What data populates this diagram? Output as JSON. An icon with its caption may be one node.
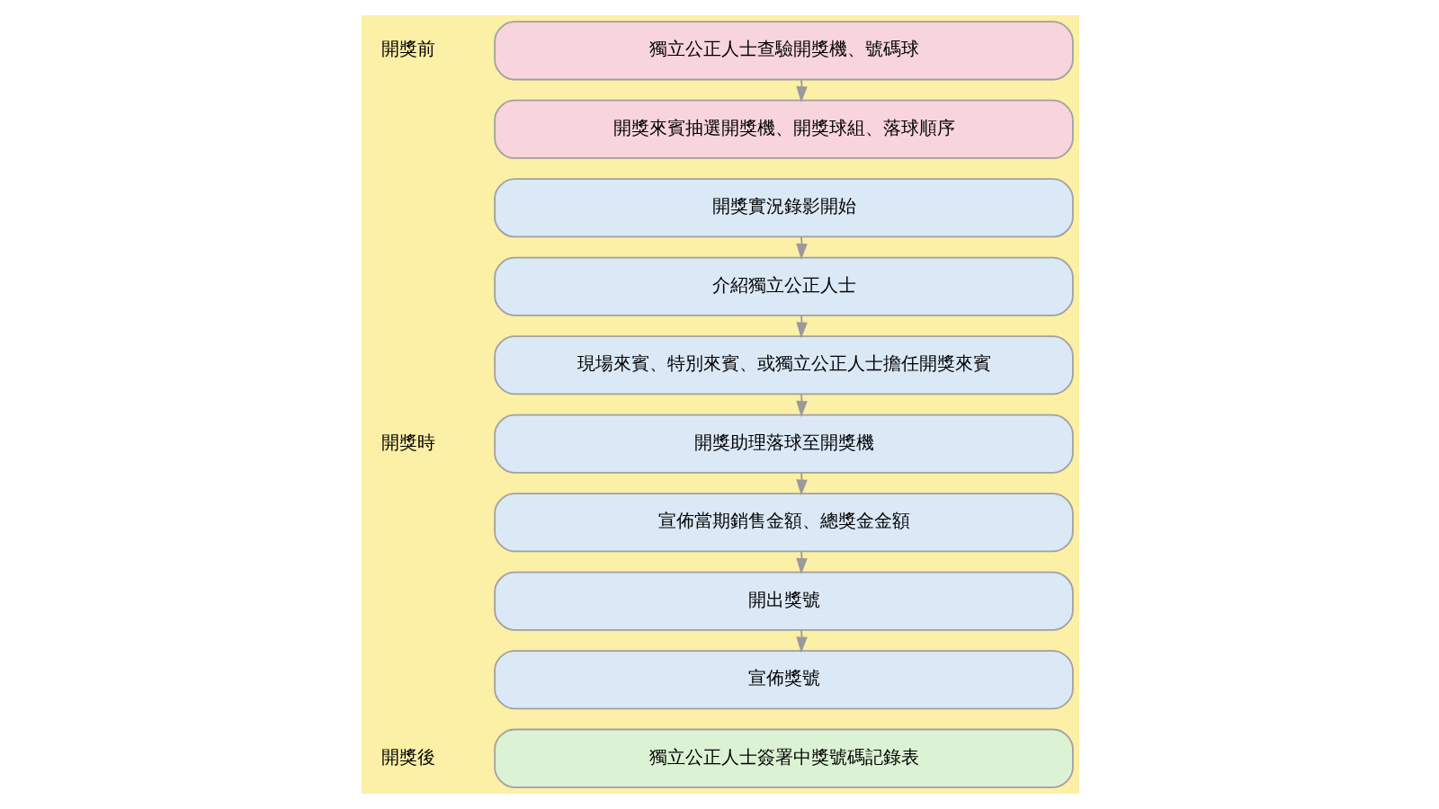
{
  "diagram": {
    "nodes": [
      {
        "text": [
          "獨立公正人士查驗開獎機、號碼球"
        ]
      },
      {
        "text": [
          "開獎來賓抽選開獎機、開獎球組、落球順序"
        ]
      },
      {
        "text": [
          "開獎實況錄影開始"
        ]
      },
      {
        "text": [
          "介紹獨立公正人士"
        ]
      },
      {
        "text": [
          "現場來賓、特別來賓、或獨立公正人士擔任開獎來賓"
        ]
      },
      {
        "text": [
          "開獎助理落球至開獎機"
        ]
      },
      {
        "text": [
          "宣佈當期銷售金額、總獎金金額"
        ]
      },
      {
        "text": [
          "開出獎號"
        ]
      },
      {
        "text": [
          "宣佈獎號"
        ]
      },
      {
        "text": [
          "獨立公正人士簽署中獎號碼記錄表"
        ]
      }
    ],
    "edges": [
      {
        "from": 0,
        "to": 1,
        "arrow": "to"
      },
      {
        "from": 2,
        "to": 3,
        "arrow": "to"
      },
      {
        "from": 3,
        "to": 4,
        "arrow": "to"
      },
      {
        "from": 4,
        "to": 5,
        "arrow": "to"
      },
      {
        "from": 5,
        "to": 6,
        "arrow": "to"
      },
      {
        "from": 6,
        "to": 7,
        "arrow": "to"
      },
      {
        "from": 7,
        "to": 8,
        "arrow": "to"
      }
    ],
    "labels": [
      "開獎前",
      "開獎時",
      "開獎後"
    ]
  }
}
